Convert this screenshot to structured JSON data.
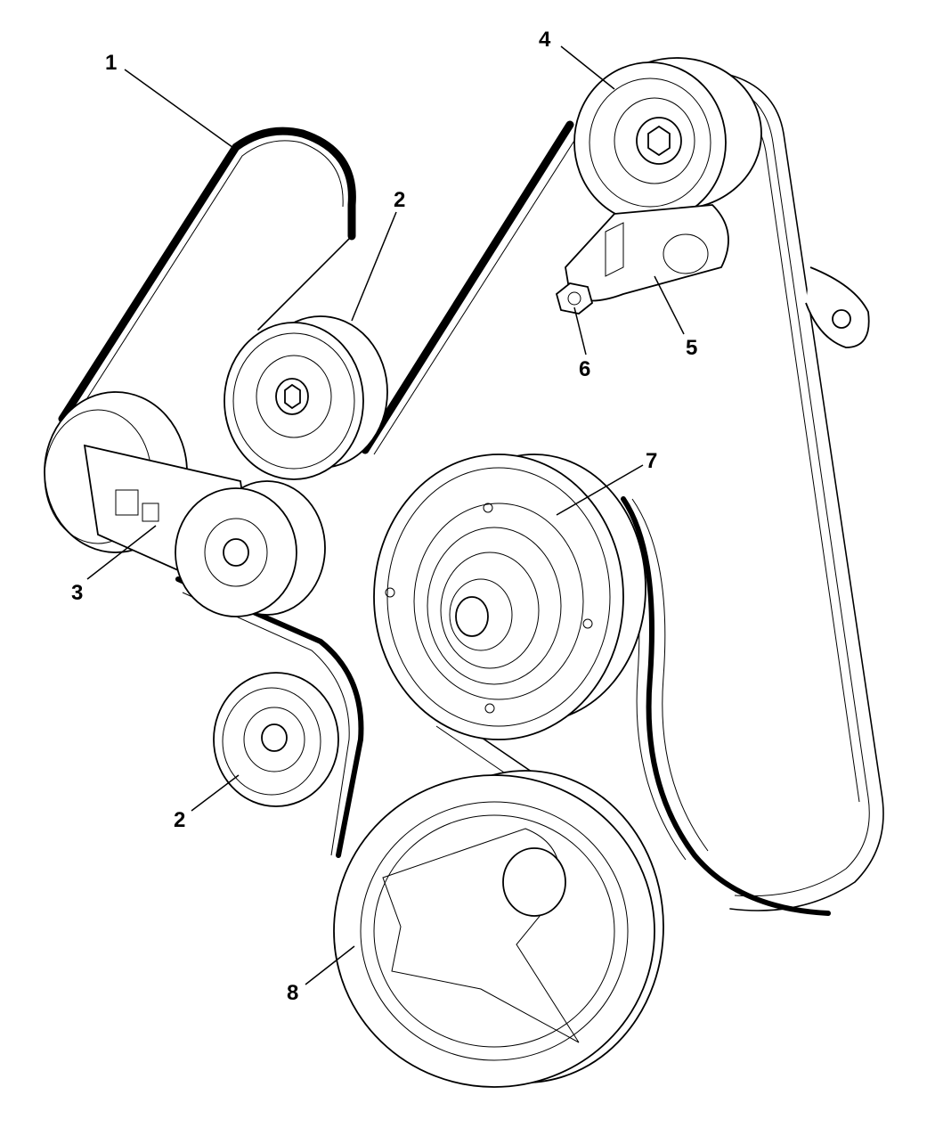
{
  "callouts": [
    {
      "id": "belt",
      "label": "1"
    },
    {
      "id": "idler-upper",
      "label": "2"
    },
    {
      "id": "tensioner-left",
      "label": "3"
    },
    {
      "id": "pulley-top-right",
      "label": "4"
    },
    {
      "id": "tensioner-bracket",
      "label": "5"
    },
    {
      "id": "bolt",
      "label": "6"
    },
    {
      "id": "large-pulley",
      "label": "7"
    },
    {
      "id": "idler-lower",
      "label": "2"
    },
    {
      "id": "crank-pulley",
      "label": "8"
    }
  ]
}
